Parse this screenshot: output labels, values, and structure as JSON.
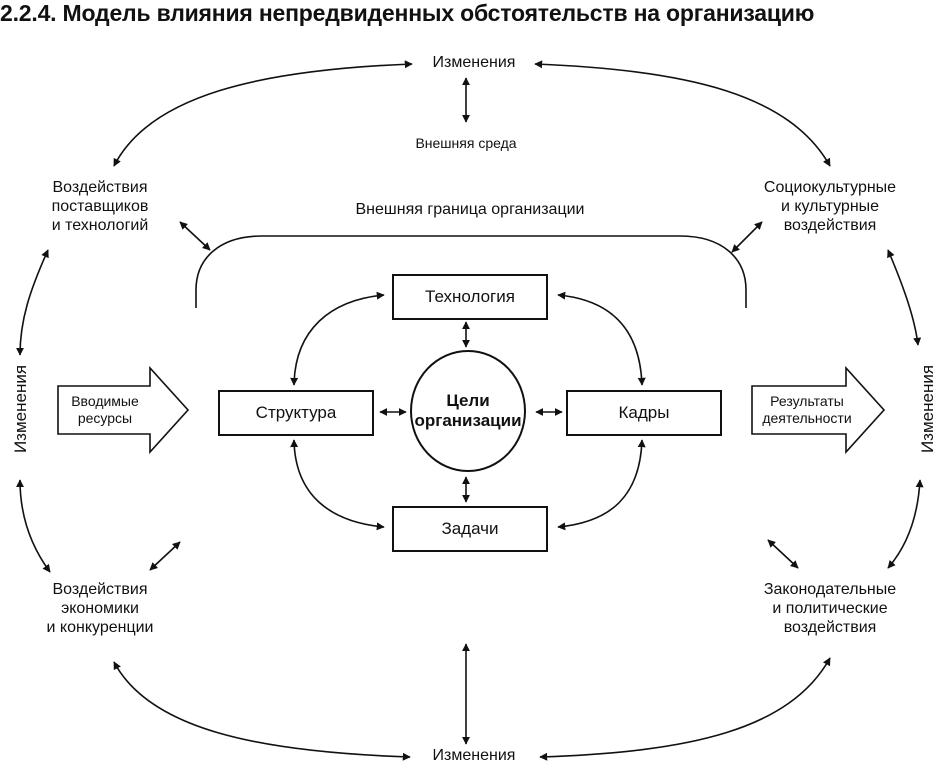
{
  "title": "2.2.4. Модель влияния непредвиденных обстоятельств на организацию",
  "top": {
    "changes": "Изменения",
    "env": "Внешняя среда"
  },
  "bottom": {
    "changes": "Изменения"
  },
  "left": {
    "changes": "Изменения",
    "input": "Вводимые\nресурсы"
  },
  "right": {
    "changes": "Изменения",
    "output": "Результаты\nдеятельности"
  },
  "corners": {
    "top_left": "Воздействия\nпоставщиков\nи технологий",
    "top_right": "Социокультурные\nи культурные\nвоздействия",
    "bottom_left": "Воздействия\nэкономики\nи конкуренции",
    "bottom_right": "Законодательные\nи политические\nвоздействия"
  },
  "boundary": "Внешняя граница организации",
  "center": {
    "goals": "Цели\nорганизации",
    "technology": "Технология",
    "structure": "Структура",
    "people": "Кадры",
    "tasks": "Задачи"
  }
}
